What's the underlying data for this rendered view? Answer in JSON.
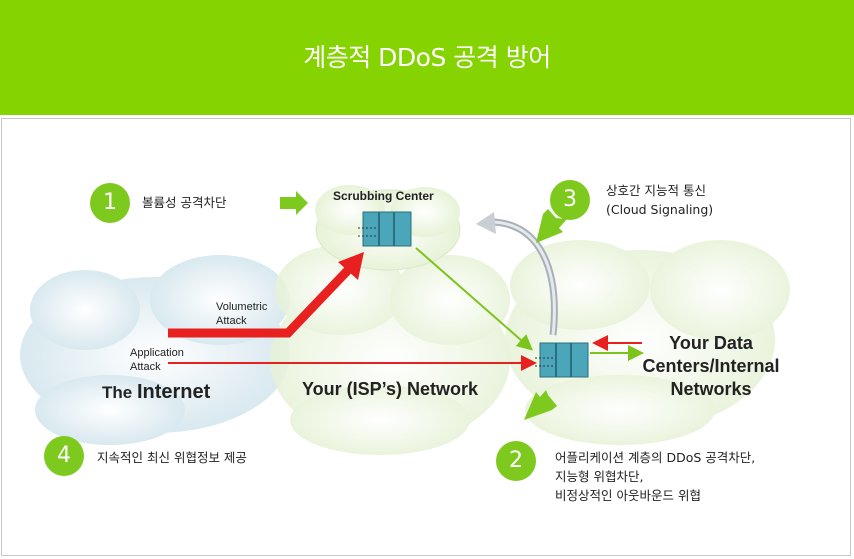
{
  "title": "계층적 DDoS 공격 방어",
  "callouts": [
    {
      "num": "1",
      "text": "볼륨성 공격차단"
    },
    {
      "num": "2",
      "text_lines": [
        "어플리케이션 계층의 DDoS 공격차단,",
        "지능형 위협차단,",
        "비정상적인 아웃바운드 위협"
      ]
    },
    {
      "num": "3",
      "text_lines": [
        "상호간 지능적 통신",
        "(Cloud Signaling)"
      ]
    },
    {
      "num": "4",
      "text": "지속적인 최신 위협정보 제공"
    }
  ],
  "diagram": {
    "scrubbing_center": "Scrubbing Center",
    "internet": {
      "prefix": "The ",
      "bold": "Internet"
    },
    "isp_network": "Your (ISP’s) Network",
    "datacenters": [
      "Your Data",
      "Centers/Internal",
      "Networks"
    ],
    "volumetric_attack": [
      "Volumetric",
      "Attack"
    ],
    "application_attack": [
      "Application",
      "Attack"
    ]
  },
  "colors": {
    "header": "#85d300",
    "badge": "#7ec91e",
    "attack": "#e82020",
    "clean": "#7cc41c"
  }
}
